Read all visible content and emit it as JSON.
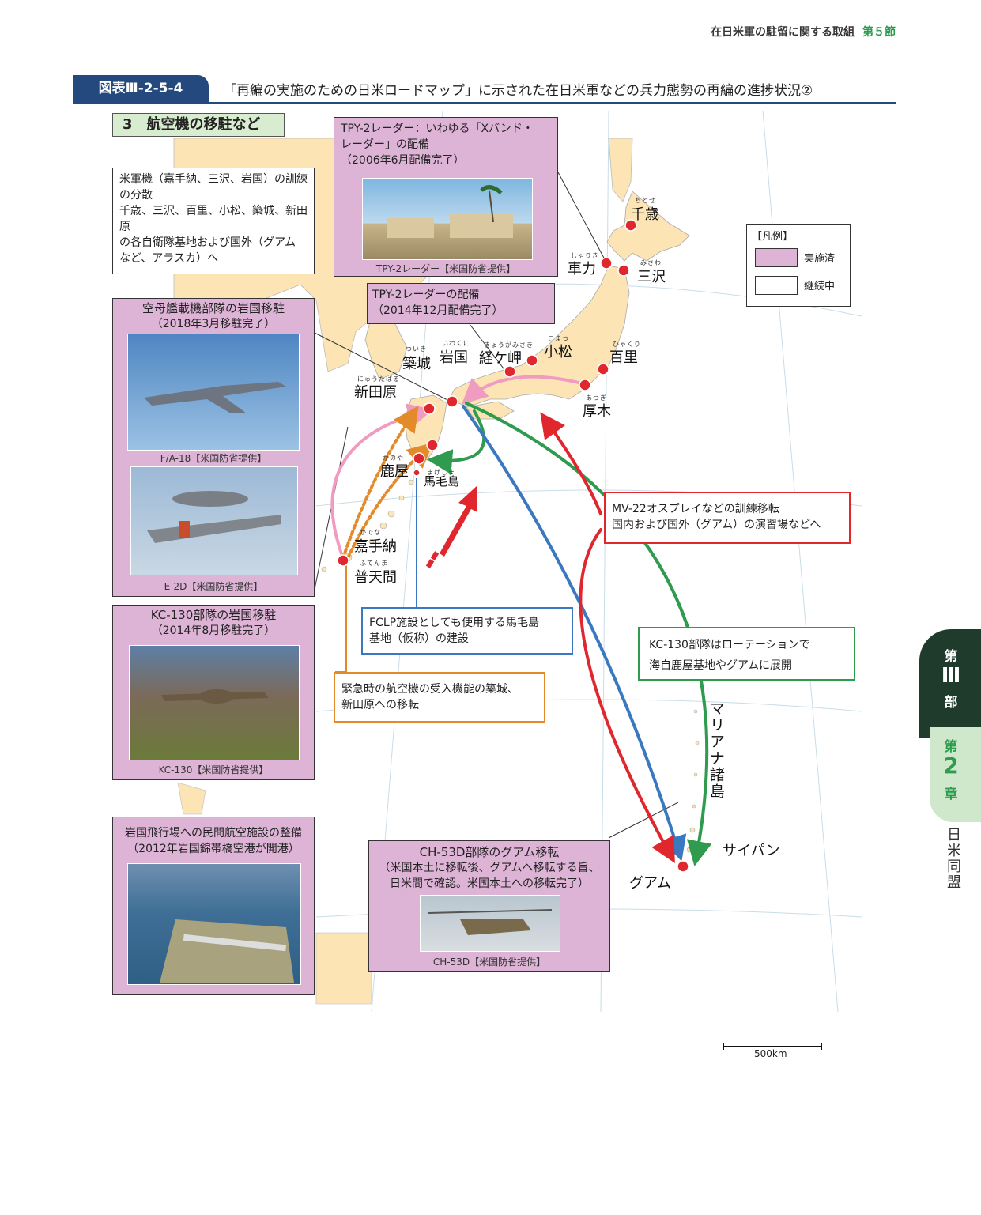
{
  "header": {
    "chapter_text": "在日米軍の駐留に関する取組",
    "section_text": "第５節"
  },
  "figure": {
    "label": "図表Ⅲ-2-5-4",
    "title": "「再編の実施のための日米ロードマップ」に示された在日米軍などの兵力態勢の再編の進捗状況②"
  },
  "section_title": "3　航空機の移駐など",
  "legend": {
    "title": "【凡例】",
    "done": "実施済",
    "ongoing": "継続中",
    "done_color": "#ddb3d6",
    "ongoing_color": "#ffffff"
  },
  "boxes": {
    "training_dispersal": {
      "lines": [
        "米軍機（嘉手納、三沢、岩国）の訓練",
        "の分散",
        "千歳、三沢、百里、小松、築城、新田原",
        "の各自衛隊基地および国外（グアム",
        "など、アラスカ）へ"
      ]
    },
    "tpy2_x_band": {
      "lines": [
        "TPY-2レーダー：いわゆる「Xバンド・",
        "レーダー」の配備",
        "（2006年6月配備完了）"
      ],
      "caption": "TPY-2レーダー【米国防省提供】"
    },
    "tpy2_2014": {
      "lines": [
        "TPY-2レーダーの配備",
        "（2014年12月配備完了）"
      ]
    },
    "carrier_wing": {
      "title": "空母艦載機部隊の岩国移駐",
      "sub": "（2018年3月移駐完了）",
      "caption1": "F/A-18【米国防省提供】",
      "caption2": "E-2D【米国防省提供】"
    },
    "kc130_iwakuni": {
      "title": "KC-130部隊の岩国移駐",
      "sub": "（2014年8月移駐完了）",
      "caption": "KC-130【米国防省提供】"
    },
    "civil_aviation": {
      "lines": [
        "岩国飛行場への民間航空施設の整備",
        "（2012年岩国錦帯橋空港が開港）"
      ]
    },
    "mv22": {
      "lines": [
        "MV-22オスプレイなどの訓練移転",
        "国内および国外（グアム）の演習場などへ"
      ]
    },
    "fclp": {
      "lines": [
        "FCLP施設としても使用する馬毛島",
        "基地（仮称）の建設"
      ]
    },
    "emergency": {
      "lines": [
        "緊急時の航空機の受入機能の築城、",
        "新田原への移転"
      ]
    },
    "kc130_rotation": {
      "lines": [
        "KC-130部隊はローテーションで",
        "海自鹿屋基地やグアムに展開"
      ]
    },
    "ch53d": {
      "title": "CH-53D部隊のグアム移転",
      "lines": [
        "（米国本土に移転後、グアムへ移転する旨、",
        "日米間で確認。米国本土への移転完了）"
      ],
      "caption": "CH-53D【米国防省提供】"
    }
  },
  "places": {
    "chitose": {
      "name": "千歳",
      "ruby": "ちとせ"
    },
    "shariki": {
      "name": "車力",
      "ruby": "しゃりき"
    },
    "misawa": {
      "name": "三沢",
      "ruby": "みさわ"
    },
    "komatsu": {
      "name": "小松",
      "ruby": "こまつ"
    },
    "hyakuri": {
      "name": "百里",
      "ruby": "ひゃくり"
    },
    "kyogamisaki": {
      "name": "経ケ岬",
      "ruby": "きょうがみさき"
    },
    "iwakuni": {
      "name": "岩国",
      "ruby": "いわくに"
    },
    "tsuiki": {
      "name": "築城",
      "ruby": "ついき"
    },
    "nyutabaru": {
      "name": "新田原",
      "ruby": "にゅうたばる"
    },
    "atsugi": {
      "name": "厚木",
      "ruby": "あつぎ"
    },
    "kanoya": {
      "name": "鹿屋",
      "ruby": "かのや"
    },
    "mageshima": {
      "name": "馬毛島",
      "ruby": "まげしま"
    },
    "kadena": {
      "name": "嘉手納",
      "ruby": "かでな"
    },
    "futenma": {
      "name": "普天間",
      "ruby": "ふてんま"
    },
    "guam": {
      "name": "グアム"
    },
    "saipan": {
      "name": "サイパン"
    },
    "marianas": {
      "name": "マリアナ諸島"
    }
  },
  "scale": "500km",
  "side_tab": {
    "part_top": "第",
    "part_num": "Ⅲ",
    "part_bottom": "部",
    "chap_top": "第",
    "chap_num": "2",
    "chap_bottom": "章",
    "vertical": "日米同盟"
  },
  "colors": {
    "red": "#e0272e",
    "blue": "#3a78c0",
    "green": "#2e9b4e",
    "orange": "#e38a2a",
    "pink": "#f09cc0",
    "land": "#fde4b4",
    "navy": "#24497f"
  }
}
